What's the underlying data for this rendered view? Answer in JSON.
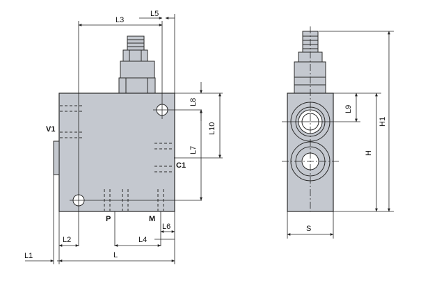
{
  "colors": {
    "body_fill": "#c4c8cf",
    "body_stroke": "#2a2a2a",
    "dim_line": "#222222",
    "background": "#ffffff"
  },
  "front_view": {
    "ports": {
      "v1": "V1",
      "c1": "C1",
      "p": "P",
      "m": "M"
    },
    "dimensions": {
      "l1": "L1",
      "l2": "L2",
      "l3": "L3",
      "l4": "L4",
      "l5": "L5",
      "l6": "L6",
      "l7": "L7",
      "l8": "L8",
      "l10": "L10",
      "l": "L"
    }
  },
  "side_view": {
    "dimensions": {
      "l9": "L9",
      "h": "H",
      "h1": "H1",
      "s": "S"
    }
  }
}
